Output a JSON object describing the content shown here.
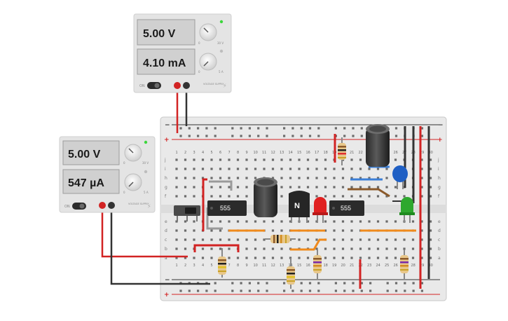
{
  "power_supplies": [
    {
      "id": "top",
      "voltage_display": "5.00 V",
      "current_display": "4.10 mA",
      "switch_label": "ON",
      "brand_label": "VOLTAGE SUPPLY",
      "knob_v_label": "30 V",
      "knob_i_label": "5 A",
      "knob_min_label": "0"
    },
    {
      "id": "left",
      "voltage_display": "5.00 V",
      "current_display": "547 µA",
      "switch_label": "ON",
      "brand_label": "VOLTAGE SUPPLY",
      "knob_v_label": "30 V",
      "knob_i_label": "5 A",
      "knob_min_label": "0"
    }
  ],
  "breadboard": {
    "rail_plus": "+",
    "rail_minus": "−",
    "row_letters_top": [
      "j",
      "i",
      "h",
      "g",
      "f"
    ],
    "row_letters_bottom": [
      "e",
      "d",
      "c",
      "b",
      "a"
    ],
    "column_numbers": [
      "1",
      "2",
      "3",
      "4",
      "5",
      "6",
      "7",
      "8",
      "9",
      "10",
      "11",
      "12",
      "13",
      "14",
      "15",
      "16",
      "17",
      "18",
      "19",
      "20",
      "21",
      "22",
      "23",
      "24",
      "25",
      "26",
      "27",
      "28",
      "29",
      "30"
    ]
  },
  "components": {
    "chip_1_label": "555",
    "chip_2_label": "555",
    "transistor_label": "N"
  },
  "colors": {
    "wire_red": "#d22323",
    "wire_black": "#333333",
    "wire_orange": "#f08a1c",
    "wire_blue": "#3c7fd6",
    "wire_brown": "#8b5a2b",
    "wire_gray": "#9a9a9a",
    "led_red": "#e02020",
    "led_green": "#2ea82e",
    "capacitor_blue": "#1f5fc4"
  }
}
